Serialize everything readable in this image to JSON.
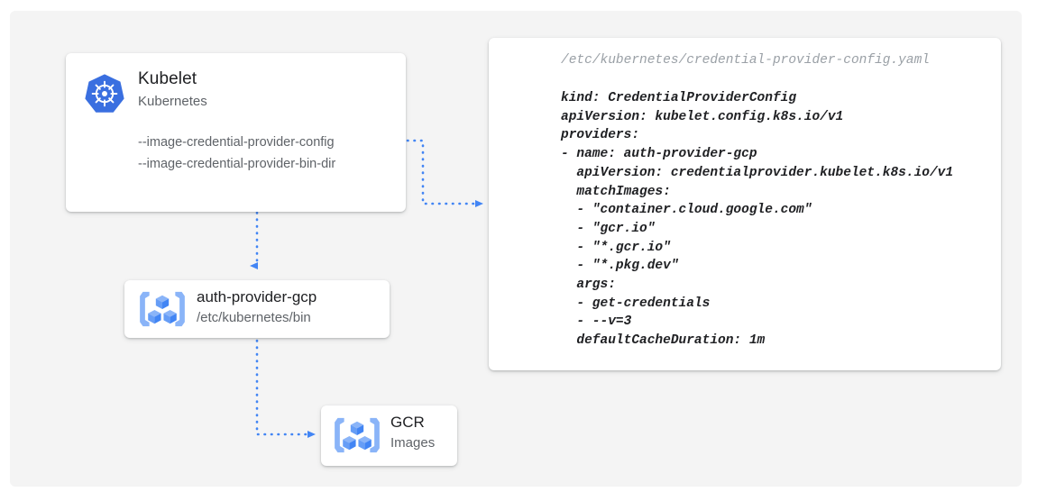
{
  "canvas": {
    "background_color": "#f4f4f4",
    "page_background_color": "#ffffff",
    "accent_color": "#4285f4"
  },
  "nodes": {
    "kubelet": {
      "icon": "kubernetes-logo-icon",
      "title": "Kubelet",
      "subtitle": "Kubernetes",
      "flags": [
        "--image-credential-provider-config",
        "--image-credential-provider-bin-dir"
      ]
    },
    "auth_provider": {
      "icon": "gcp-container-registry-icon",
      "title": "auth-provider-gcp",
      "subtitle": "/etc/kubernetes/bin"
    },
    "gcr": {
      "icon": "gcp-container-registry-icon",
      "title": "GCR",
      "subtitle": "Images"
    }
  },
  "yaml_card": {
    "filename": "/etc/kubernetes/credential-provider-config.yaml",
    "content": "kind: CredentialProviderConfig\napiVersion: kubelet.config.k8s.io/v1\nproviders:\n- name: auth-provider-gcp\n  apiVersion: credentialprovider.kubelet.k8s.io/v1\n  matchImages:\n  - \"container.cloud.google.com\"\n  - \"gcr.io\"\n  - \"*.gcr.io\"\n  - \"*.pkg.dev\"\n  args:\n  - get-credentials\n  - --v=3\n  defaultCacheDuration: 1m"
  },
  "connectors": [
    {
      "name": "kubelet-config-to-yaml",
      "style": "dotted-arrow"
    },
    {
      "name": "kubelet-to-auth-provider",
      "style": "dotted-arrow"
    },
    {
      "name": "auth-provider-to-gcr",
      "style": "dotted-arrow"
    }
  ]
}
